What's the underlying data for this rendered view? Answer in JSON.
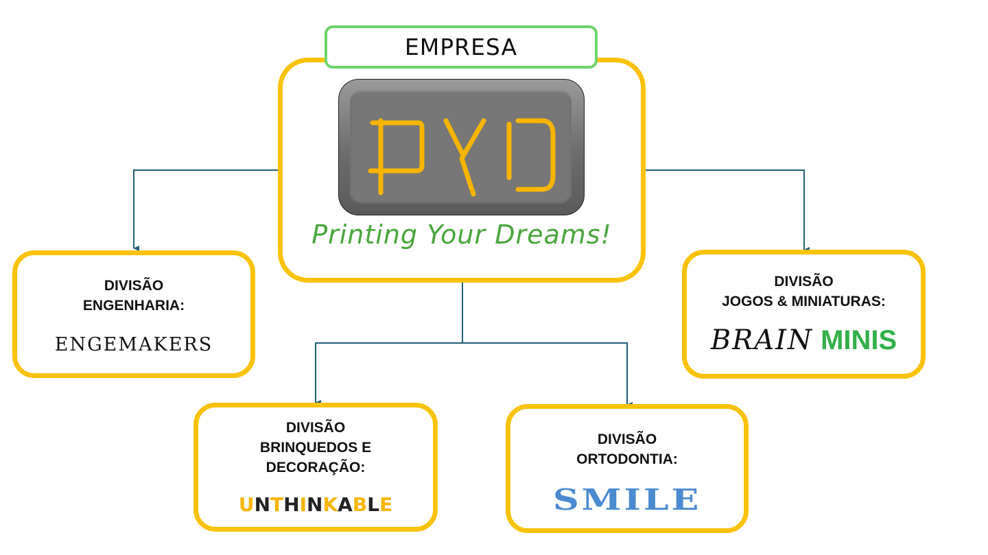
{
  "header": {
    "empresa_label": "EMPRESA"
  },
  "company": {
    "logo_text": "PYD",
    "tagline": "Printing Your Dreams!",
    "colors": {
      "logo_letters": "#f7b500",
      "tagline": "#49a63c",
      "box_border": "#f9c20b",
      "empresa_border": "#6dd46b",
      "connector": "#1f5e78"
    }
  },
  "divisions": [
    {
      "id": "engenharia",
      "line1": "DIVISÃO",
      "line2": "ENGENHARIA:",
      "brand": "ENGEMAKERS"
    },
    {
      "id": "jogos",
      "line1": "DIVISÃO",
      "line2": "JOGOS & MINIATURAS:",
      "brand_part1": "BRAIN",
      "brand_part2": "MINIS"
    },
    {
      "id": "brinquedos",
      "line1": "DIVISÃO",
      "line2": "BRINQUEDOS E",
      "line3": "DECORAÇÃO:",
      "brand": "UNTHINKABLE",
      "brand_colors": [
        "#f7b500",
        "#222222"
      ]
    },
    {
      "id": "ortodontia",
      "line1": "DIVISÃO",
      "line2": "ORTODONTIA:",
      "brand": "SMILE"
    }
  ]
}
